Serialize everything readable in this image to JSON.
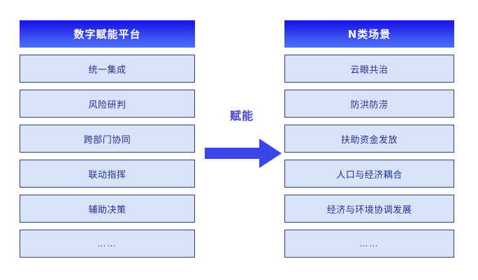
{
  "diagram": {
    "background_color": "#ffffff",
    "header_gradient_from": "#1717e8",
    "header_gradient_to": "#4a6ef4",
    "box_fill_color": "#d7e3f8",
    "box_border_color": "#333a77",
    "box_text_color": "#2b2f93",
    "arrow_color": "#3b46e8",
    "connector_label_color": "#4848c8"
  },
  "left_column": {
    "header": "数字赋能平台",
    "items": [
      {
        "label": "统一集成"
      },
      {
        "label": "风险研判"
      },
      {
        "label": "跨部门协同"
      },
      {
        "label": "联动指挥"
      },
      {
        "label": "辅助决策"
      },
      {
        "label": "……"
      }
    ]
  },
  "connector": {
    "label": "赋能",
    "icon": "right-arrow-icon",
    "direction": "left-to-right"
  },
  "right_column": {
    "header": "N类场景",
    "items": [
      {
        "label": "云眼共治"
      },
      {
        "label": "防洪防涝"
      },
      {
        "label": "扶助资金发放"
      },
      {
        "label": "人口与经济耦合"
      },
      {
        "label": "经济与环境协调发展"
      },
      {
        "label": "……"
      }
    ]
  }
}
